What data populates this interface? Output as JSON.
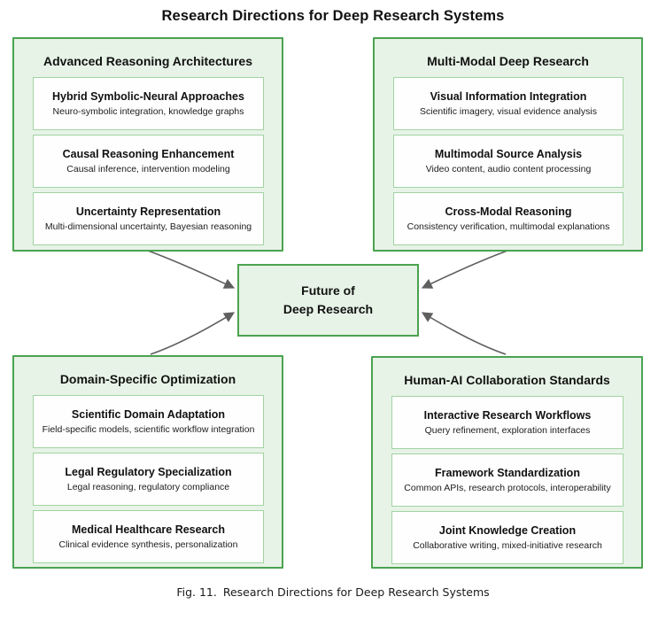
{
  "title": "Research Directions for Deep Research Systems",
  "caption": {
    "label": "Fig. 11.",
    "text": "Research Directions for Deep Research Systems"
  },
  "center_node": {
    "line1": "Future of",
    "line2": "Deep Research"
  },
  "quadrants": [
    {
      "title": "Advanced Reasoning Architectures",
      "items": [
        {
          "title": "Hybrid Symbolic-Neural Approaches",
          "subtitle": "Neuro-symbolic integration, knowledge graphs"
        },
        {
          "title": "Causal Reasoning Enhancement",
          "subtitle": "Causal inference, intervention modeling"
        },
        {
          "title": "Uncertainty Representation",
          "subtitle": "Multi-dimensional uncertainty, Bayesian reasoning"
        }
      ]
    },
    {
      "title": "Multi-Modal Deep Research",
      "items": [
        {
          "title": "Visual Information Integration",
          "subtitle": "Scientific imagery, visual evidence analysis"
        },
        {
          "title": "Multimodal Source Analysis",
          "subtitle": "Video content, audio content processing"
        },
        {
          "title": "Cross-Modal Reasoning",
          "subtitle": "Consistency verification, multimodal explanations"
        }
      ]
    },
    {
      "title": "Domain-Specific Optimization",
      "items": [
        {
          "title": "Scientific Domain Adaptation",
          "subtitle": "Field-specific models, scientific workflow integration"
        },
        {
          "title": "Legal Regulatory Specialization",
          "subtitle": "Legal reasoning, regulatory compliance"
        },
        {
          "title": "Medical Healthcare Research",
          "subtitle": "Clinical evidence synthesis, personalization"
        }
      ]
    },
    {
      "title": "Human-AI Collaboration Standards",
      "items": [
        {
          "title": "Interactive Research Workflows",
          "subtitle": "Query refinement, exploration interfaces"
        },
        {
          "title": "Framework Standardization",
          "subtitle": "Common APIs, research protocols, interoperability"
        },
        {
          "title": "Joint Knowledge Creation",
          "subtitle": "Collaborative writing, mixed-initiative research"
        }
      ]
    }
  ],
  "colors": {
    "outer_border": "#4aa34f",
    "outer_fill": "#e7f3e7",
    "inner_border": "#a3d3a3",
    "inner_fill": "#fdfefd",
    "arrow": "#5f5f5f",
    "text": "#111111"
  }
}
